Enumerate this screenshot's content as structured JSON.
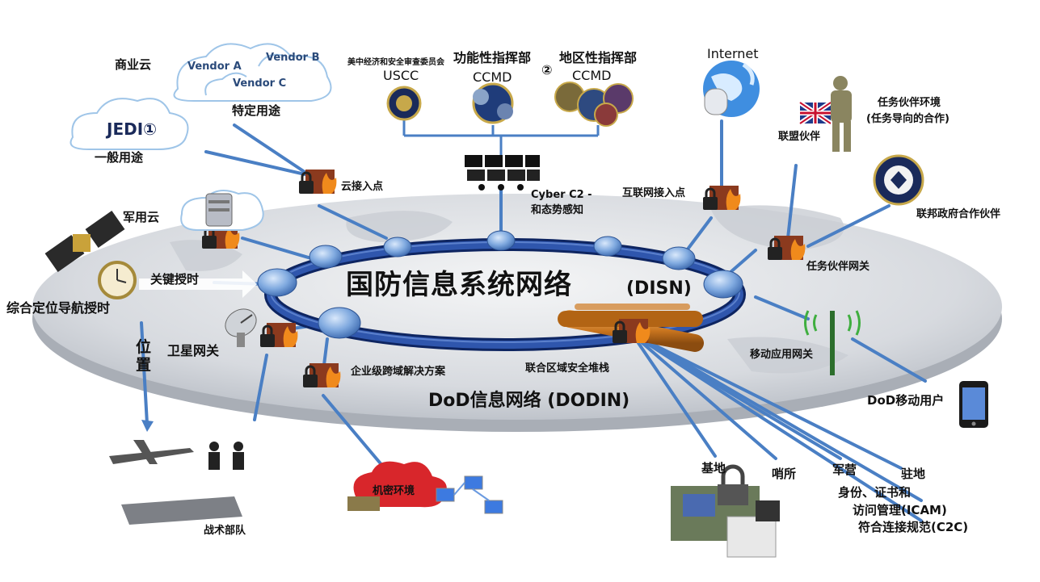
{
  "labels": {
    "commercial_cloud": "商业云",
    "vendor_a": "Vendor A",
    "vendor_b": "Vendor B",
    "vendor_c": "Vendor C",
    "specific_use": "特定用途",
    "jedi": "JEDI①",
    "general_use": "一般用途",
    "cfius_cn": "美中经济和安全审查委员会",
    "uscc": "USCC",
    "functional_cmd": "功能性指挥部",
    "functional_ccmd": "CCMD",
    "regional_mark": "②",
    "regional_cmd": "地区性指挥部",
    "regional_ccmd": "CCMD",
    "internet": "Internet",
    "mission_partner_env_1": "任务伙伴环境",
    "mission_partner_env_2": "(任务导向的合作)",
    "coalition_partner": "联盟伙伴",
    "federal_partner": "联邦政府合作伙伴",
    "cloud_access_point": "云接入点",
    "cyber_c2_1": "Cyber C2 -",
    "cyber_c2_2": "和态势感知",
    "internet_access_point": "互联网接入点",
    "military_cloud": "军用云",
    "critical_timing": "关键授时",
    "pnt": "综合定位导航授时",
    "position": "位置",
    "satellite_gateway": "卫星网关",
    "enterprise_cross_domain": "企业级跨域解决方案",
    "jrss": "联合区域安全堆栈",
    "disn_title": "国防信息系统网络",
    "disn_abbr": "(DISN)",
    "dodin": "DoD信息网络 (DODIN)",
    "mission_partner_gateway": "任务伙伴网关",
    "mobile_gateway": "移动应用网关",
    "dod_mobile_user": "DoD移动用户",
    "classified_env": "机密环境",
    "tactical_forces": "战术部队",
    "base": "基地",
    "post": "哨所",
    "camp": "军营",
    "station": "驻地",
    "icam_1": "身份、证书和",
    "icam_2": "访问管理(ICAM)",
    "c2c": "符合连接规范(C2C)"
  },
  "colors": {
    "ring": "#1f3e8a",
    "ring_node": "#5d8fd0",
    "link": "#4a7fc4",
    "platform": "#d9dde2",
    "firewall_brick": "#8b3a1e",
    "firewall_flame": "#f08a1c",
    "jrss_pipe": "#c8741e",
    "cloud_outline": "#9fc5e8",
    "classified_cloud": "#d8262b"
  },
  "icons": [
    "firewall-lock-icon",
    "cloud-icon",
    "globe-icon",
    "satellite-icon",
    "clock-icon",
    "satellite-dish-icon",
    "antenna-icon",
    "smartphone-icon",
    "uk-flag-icon",
    "seal-icon",
    "monitor-icon"
  ]
}
